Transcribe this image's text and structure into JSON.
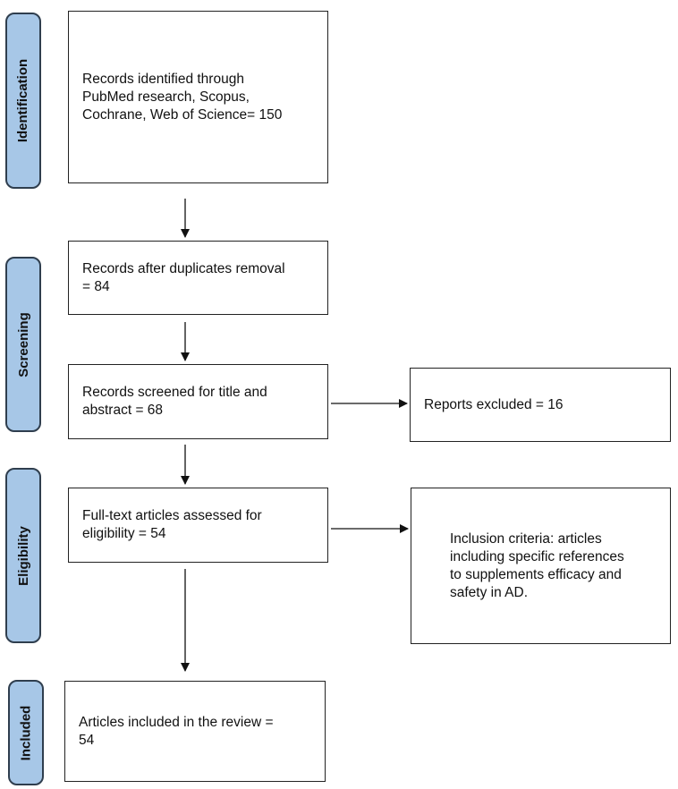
{
  "phases": {
    "identification": "Identification",
    "screening": "Screening",
    "eligibility": "Eligibility",
    "included": "Included"
  },
  "boxes": {
    "identified": "Records identified through\nPubMed research, Scopus,\nCochrane, Web of Science= 150",
    "duplicates_removed": "Records after duplicates removal\n= 84",
    "screened": "Records screened for title and\nabstract = 68",
    "excluded": "Reports excluded = 16",
    "full_text": "Full-text articles assessed for\neligibility = 54",
    "inclusion_criteria": "Inclusion criteria: articles\nincluding specific references\nto supplements efficacy and\nsafety in AD.",
    "included_review": "Articles included in the review =\n54"
  },
  "colors": {
    "phase_fill": "#a7c7e7",
    "phase_border": "#2f3e4e",
    "box_border": "#222222"
  }
}
